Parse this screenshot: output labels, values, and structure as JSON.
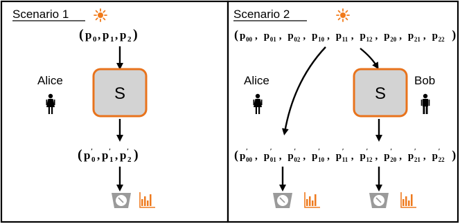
{
  "colors": {
    "accent": "#E8731C",
    "box_fill": "#D3D3D3",
    "meter": "#9A9A9A",
    "stroke": "#000000"
  },
  "scenario1": {
    "title": "Scenario 1",
    "input_vector": "(p",
    "input_parts": [
      "0",
      "1",
      "2"
    ],
    "output_parts": [
      "0",
      "1",
      "2"
    ],
    "party": "Alice",
    "box_label": "S"
  },
  "scenario2": {
    "title": "Scenario 2",
    "input_parts": [
      "00",
      "01",
      "02",
      "10",
      "11",
      "12",
      "20",
      "21",
      "22"
    ],
    "output_parts": [
      "00",
      "01",
      "02",
      "10",
      "11",
      "12",
      "20",
      "21",
      "22"
    ],
    "party_left": "Alice",
    "party_right": "Bob",
    "box_label": "S"
  },
  "icons": {
    "source": "sun-icon",
    "person": "person-icon",
    "meter": "meter-icon",
    "histogram": "bar-chart-icon"
  }
}
